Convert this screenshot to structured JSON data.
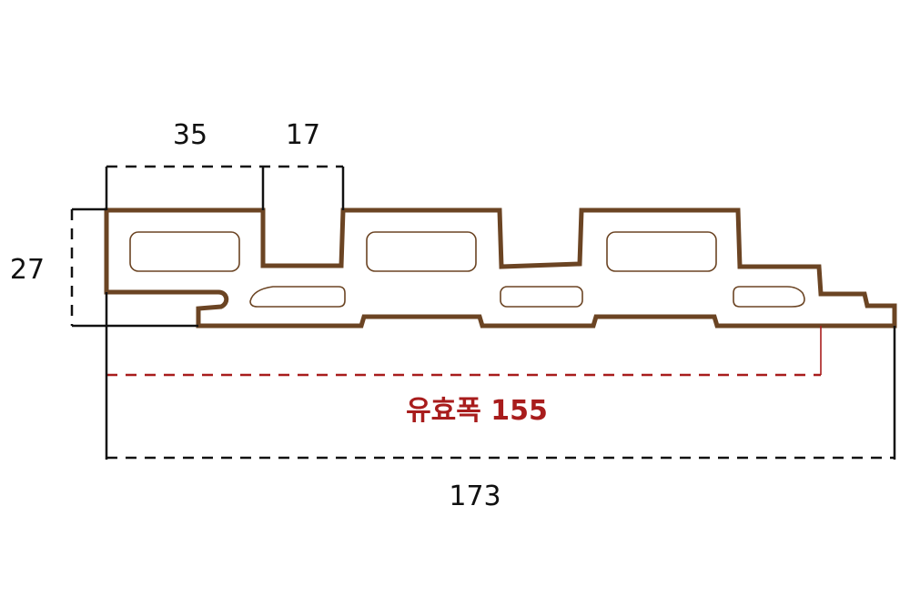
{
  "colors": {
    "profile_outline": "#6b4423",
    "dimension_line": "#111111",
    "effective_width": "#a81c1c",
    "background": "#ffffff"
  },
  "dimensions": {
    "top_flange_width": "35",
    "slot_width": "17",
    "height": "27",
    "total_width": "173",
    "effective_width_label": "유효폭 155"
  }
}
